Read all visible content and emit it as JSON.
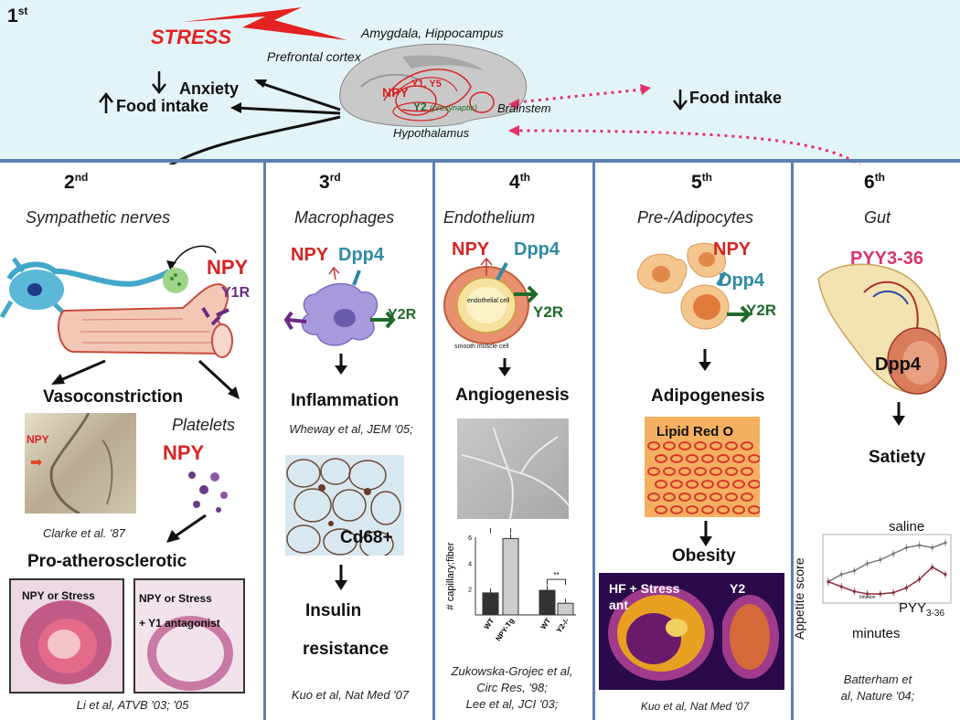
{
  "top": {
    "ordinal": "1",
    "ordinal_sup": "st",
    "stress": "STRESS",
    "amygdala": "Amygdala, Hippocampus",
    "prefrontal": "Prefrontal cortex",
    "anxiety": "Anxiety",
    "food_intake_left": "Food intake",
    "npy": "NPY",
    "y1y5": "Y1, Y5",
    "y2": "Y2",
    "y2_note": "(presynaptic)",
    "brainstem": "Brainstem",
    "hypothalamus": "Hypothalamus",
    "food_intake_right": "Food intake"
  },
  "panels": {
    "p2": {
      "ordinal": "2",
      "sup": "nd",
      "title": "Sympathetic nerves",
      "npy": "NPY",
      "y1r": "Y1R",
      "vasoconstriction": "Vasoconstriction",
      "platelets": "Platelets",
      "npy_platelets": "NPY",
      "npy_img": "NPY",
      "cite1": "Clarke et al. '87",
      "pro": "Pro-atherosclerotic",
      "img_left": "NPY or Stress",
      "img_right_1": "NPY or Stress",
      "img_right_2": "+ Y1 antagonist",
      "cite2": "Li et al, ATVB '03; '05"
    },
    "p3": {
      "ordinal": "3",
      "sup": "rd",
      "title": "Macrophages",
      "npy": "NPY",
      "dpp4": "Dpp4",
      "y2r": "Y2R",
      "inflammation": "Inflammation",
      "cite1": "Wheway et al, JEM '05;",
      "cd68": "Cd68+",
      "insulin": "Insulin",
      "resistance": "resistance",
      "cite2": "Kuo et al, Nat Med '07"
    },
    "p4": {
      "ordinal": "4",
      "sup": "th",
      "title": "Endothelium",
      "npy": "NPY",
      "dpp4": "Dpp4",
      "y2r": "Y2R",
      "endo_cell": "endothelial cell",
      "smc": "smooth muscle cell",
      "angiogenesis": "Angiogenesis",
      "ylabel": "# capillary:fiber",
      "sig": "**",
      "cite1": "Zukowska-Grojec et al,",
      "cite2": "Circ Res, '98;",
      "cite3": "Lee et al, JCI '03;"
    },
    "p5": {
      "ordinal": "5",
      "sup": "th",
      "title": "Pre-/Adipocytes",
      "npy": "NPY",
      "dpp4": "Dpp4",
      "y2r": "Y2R",
      "adipogenesis": "Adipogenesis",
      "lipid": "Lipid Red O",
      "obesity": "Obesity",
      "hf": "HF + Stress",
      "ant": "ant",
      "y2": "Y2",
      "cite": "Kuo et al, Nat Med '07"
    },
    "p6": {
      "ordinal": "6",
      "sup": "th",
      "title": "Gut",
      "pyy": "PYY3-36",
      "dpp4": "Dpp4",
      "satiety": "Satiety",
      "saline": "saline",
      "pyy_chart": "PYY",
      "pyy_sub": "3-36",
      "ylabel": "Appetite score",
      "xlabel": "minutes",
      "infusion": "Infusion",
      "cite1": "Batterham et",
      "cite2": "al, Nature '04;"
    }
  },
  "chart_data": [
    {
      "type": "bar",
      "categories": [
        "WT",
        "NPY-Tg",
        "WT",
        "Y2-/-"
      ],
      "values": [
        1.7,
        5.9,
        1.9,
        0.9
      ],
      "ylim": [
        0,
        6
      ],
      "yticks": [
        "2",
        "4",
        "6"
      ],
      "ylabel": "# capillary:fiber",
      "colors": [
        "#333333",
        "#cccccc",
        "#333333",
        "#cccccc"
      ]
    },
    {
      "type": "line",
      "ylabel": "Appetite score",
      "xlabel": "minutes",
      "series": [
        {
          "name": "saline",
          "values": [
            10,
            16,
            19,
            25,
            28,
            33,
            38,
            40,
            38,
            42
          ]
        },
        {
          "name": "PYY3-36",
          "values": [
            10,
            6,
            2,
            0,
            0,
            1,
            5,
            12,
            22,
            16
          ]
        }
      ]
    }
  ]
}
